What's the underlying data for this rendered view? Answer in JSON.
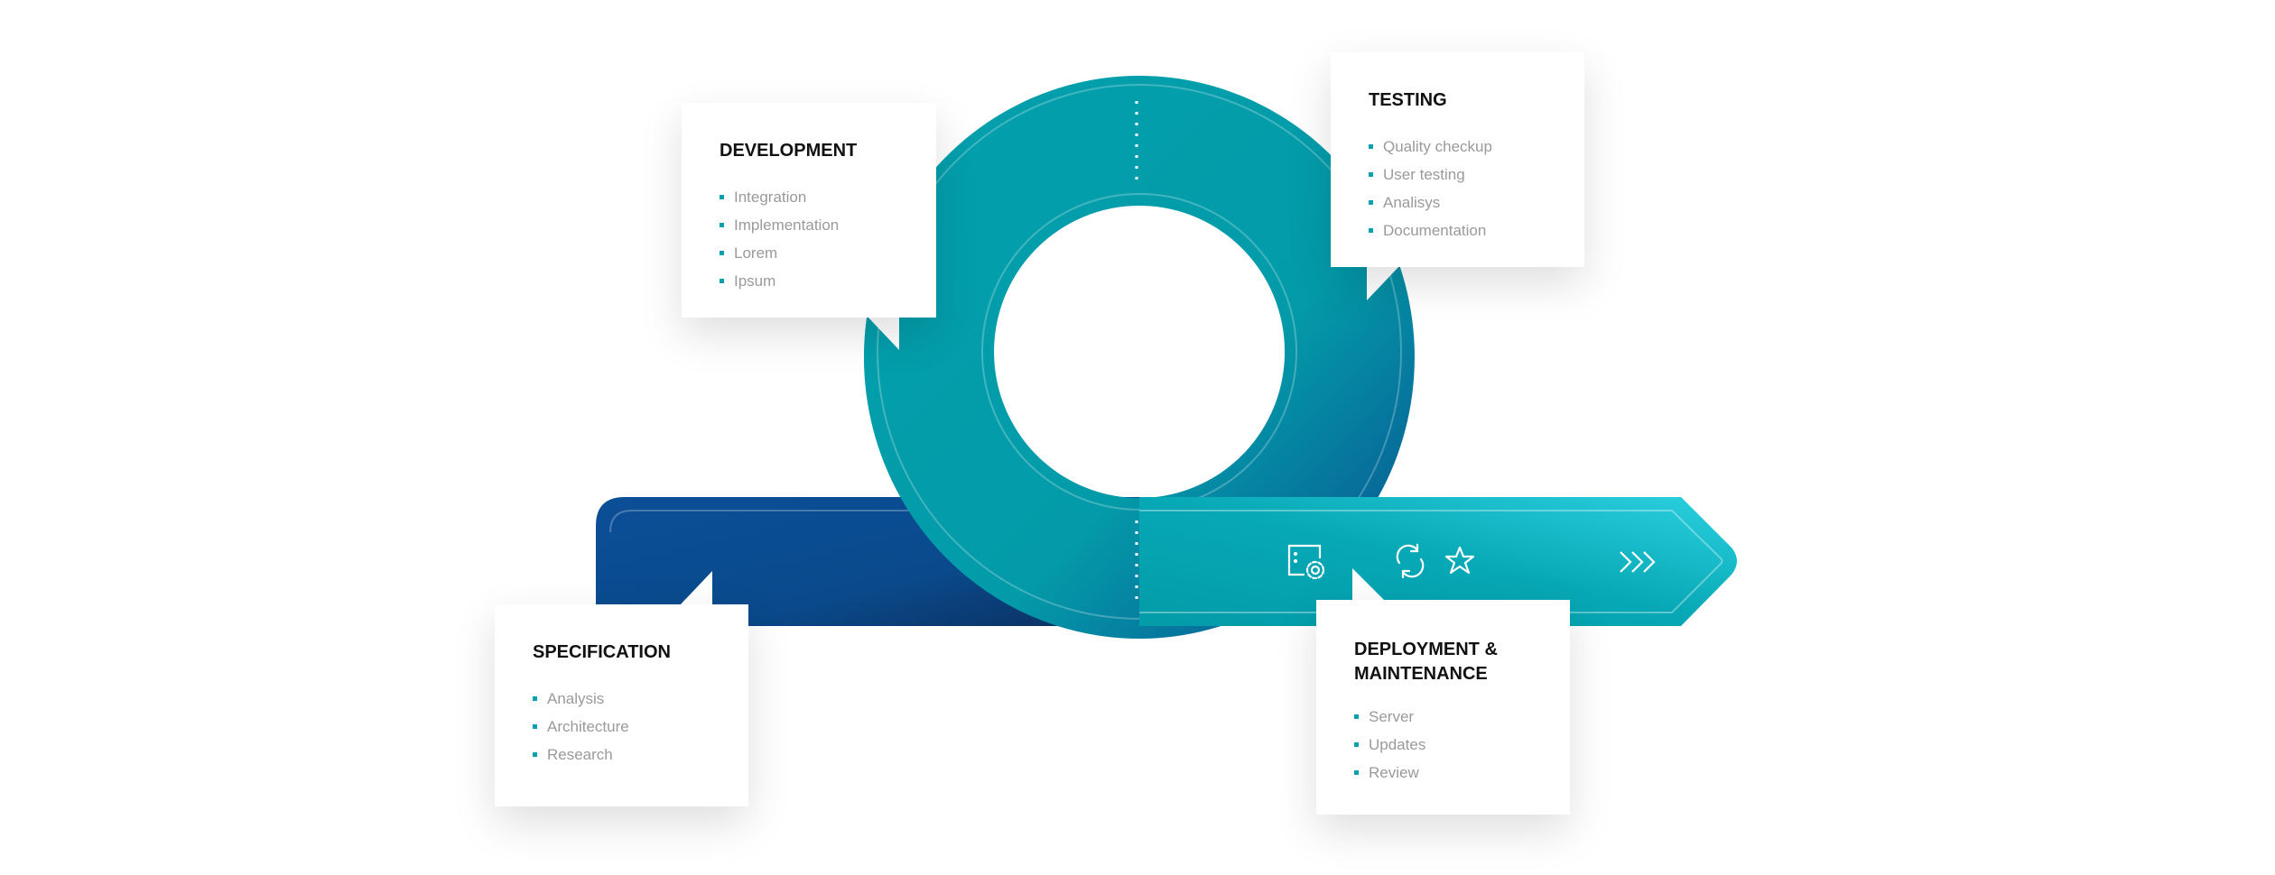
{
  "colors": {
    "teal": "#039fae",
    "teal_light": "#27c9d9",
    "blue": "#0b4a8f",
    "bullet": "#0b9fb0"
  },
  "cards": {
    "development": {
      "title": "DEVELOPMENT",
      "items": [
        "Integration",
        "Implementation",
        "Lorem",
        "Ipsum"
      ]
    },
    "testing": {
      "title": "TESTING",
      "items": [
        "Quality checkup",
        "User testing",
        "Analisys",
        "Documentation"
      ]
    },
    "specification": {
      "title": "SPECIFICATION",
      "items": [
        "Analysis",
        "Architecture",
        "Research"
      ]
    },
    "deployment": {
      "title": "DEPLOYMENT & MAINTENANCE",
      "items": [
        "Server",
        "Updates",
        "Review"
      ]
    }
  },
  "icons": [
    "settings-document-icon",
    "refresh-icon",
    "star-icon",
    "triple-chevron-right-icon"
  ]
}
